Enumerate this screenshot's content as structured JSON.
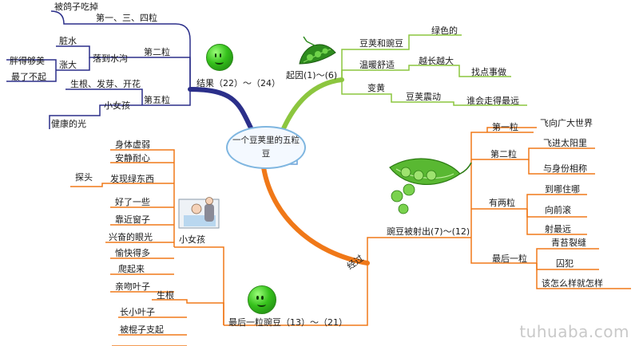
{
  "root": {
    "line1": "一个豆荚里的五粒",
    "line2": "豆"
  },
  "branches": {
    "cause": "起因(1)～(6)",
    "result": "结果（22）～（24）",
    "process": "经过",
    "shot": "豌豆被射出(7)～(12)",
    "last": "最后一粒豌豆（13）～（21）",
    "girl": "小女孩"
  },
  "cause": {
    "a1": "豆荚和豌豆",
    "a2": "绿色的",
    "b1": "温暖舒适",
    "b2": "越长越大",
    "b3": "找点事做",
    "c1": "变黄",
    "c2": "豆荚震动",
    "c3": "谁会走得最远"
  },
  "result": {
    "pigeon": "被鸽子吃掉",
    "p134": "第一、三、四粒",
    "second": "第二粒",
    "gutter": "落到水沟",
    "dirty": "脏水",
    "swell": "涨大",
    "fat": "胖得够美",
    "great": "最了不起",
    "fifth": "第五粒",
    "grow": "生根、发芽、开花",
    "kid": "小女孩",
    "light": "健康的光"
  },
  "shot": {
    "first": "第一粒",
    "world": "飞向广大世界",
    "second": "第二粒",
    "sun": "飞进太阳里",
    "same": "与身份相称",
    "two": "有两粒",
    "where": "到哪住哪",
    "forward": "向前滚",
    "farthest": "射最远",
    "lastone": "最后一粒",
    "moss": "青苔裂缝",
    "jail": "囚犯",
    "whatever": "该怎么样就怎样"
  },
  "girl": {
    "weak": "身体虚弱",
    "calm": "安静耐心",
    "green": "发现绿东西",
    "peek": "探头",
    "better": "好了一些",
    "window": "靠近窗子",
    "eyes": "兴奋的眼光",
    "happy": "愉快得多",
    "getup": "爬起来",
    "kiss": "亲吻叶子"
  },
  "last": {
    "root": "生根",
    "leaves": "长小叶子",
    "stick": "被棍子支起"
  },
  "watermark": "tuhuaba.com"
}
